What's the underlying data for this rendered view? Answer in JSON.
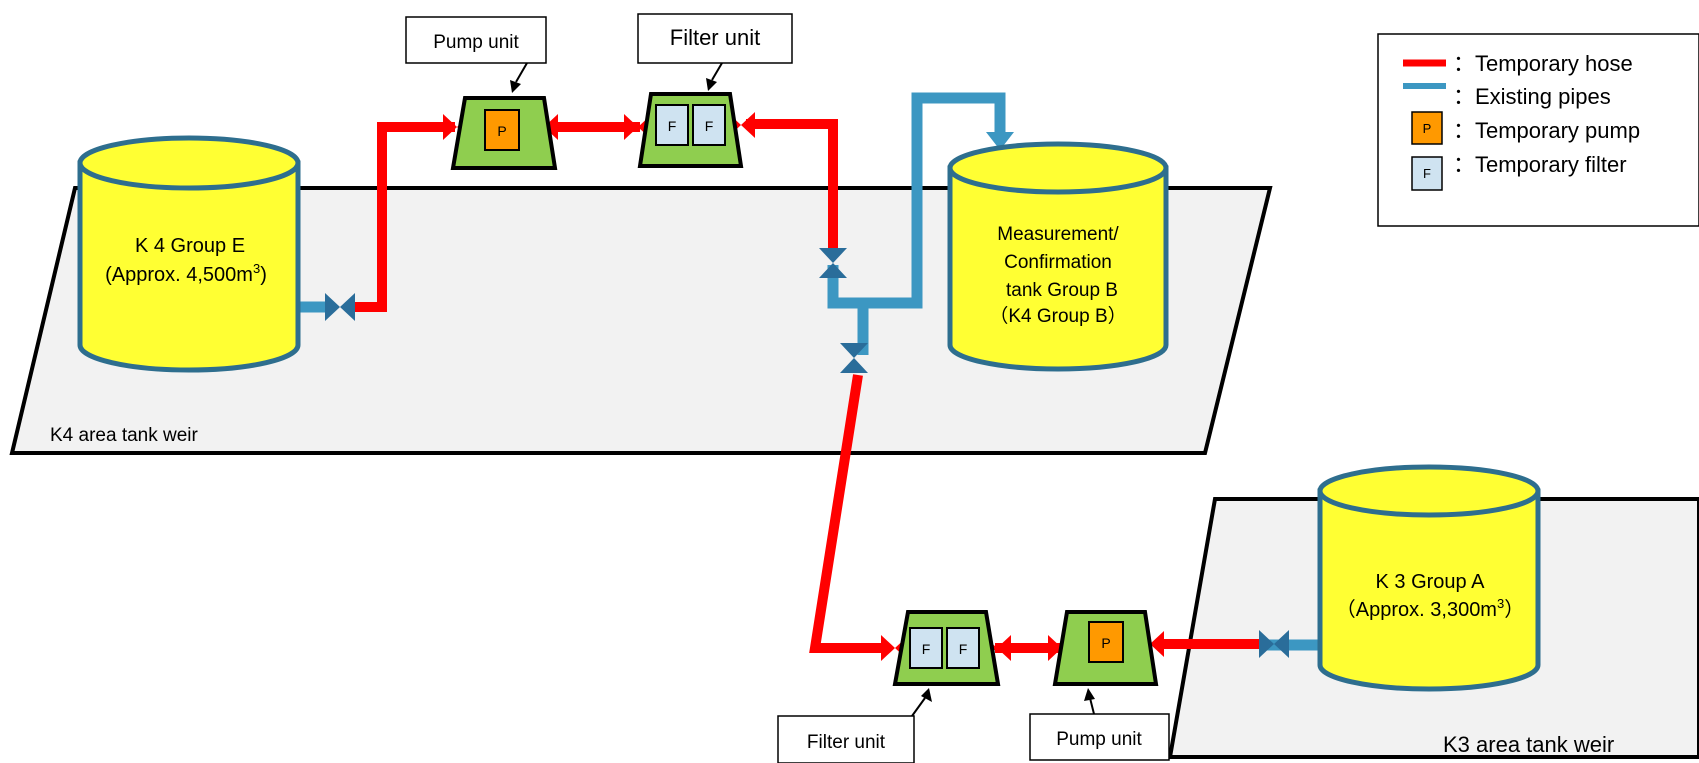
{
  "areas": {
    "k4": {
      "label": "K4 area tank weir"
    },
    "k3": {
      "label": "K3 area tank weir"
    }
  },
  "tanks": {
    "k4e": {
      "line1": "K 4 Group E",
      "line2_prefix": "(Approx. 4,500m",
      "sup": "3",
      "line2_suffix": ")"
    },
    "measure": {
      "line1": "Measurement/",
      "line2": "Confirmation",
      "line3": "tank Group B",
      "line4": "（K4 Group B）"
    },
    "k3a": {
      "line1": "K 3 Group A",
      "line2_prefix": "（Approx. 3,300m",
      "sup": "3",
      "line2_suffix": "）"
    }
  },
  "callouts": {
    "pump_top": "Pump unit",
    "filter_top": "Filter unit",
    "filter_bottom": "Filter unit",
    "pump_bottom": "Pump unit"
  },
  "unit_marks": {
    "pump": "P",
    "filter": "F"
  },
  "legend": {
    "items": [
      {
        "symbol": "temporary-hose",
        "label": "：Temporary hose"
      },
      {
        "symbol": "existing-pipes",
        "label": "：Existing pipes"
      },
      {
        "symbol": "temporary-pump",
        "mark": "P",
        "label": "：Temporary pump"
      },
      {
        "symbol": "temporary-filter",
        "mark": "F",
        "label": "：Temporary filter"
      }
    ]
  },
  "colors": {
    "hose": "#ff0000",
    "pipe": "#3c97c2",
    "tank_fill": "#ffff33",
    "tank_stroke": "#2e6e8e",
    "unit_fill": "#8fce4f",
    "pump_fill": "#ff9900",
    "filter_fill": "#cfe3f1",
    "weir_fill": "#f2f2f2"
  }
}
